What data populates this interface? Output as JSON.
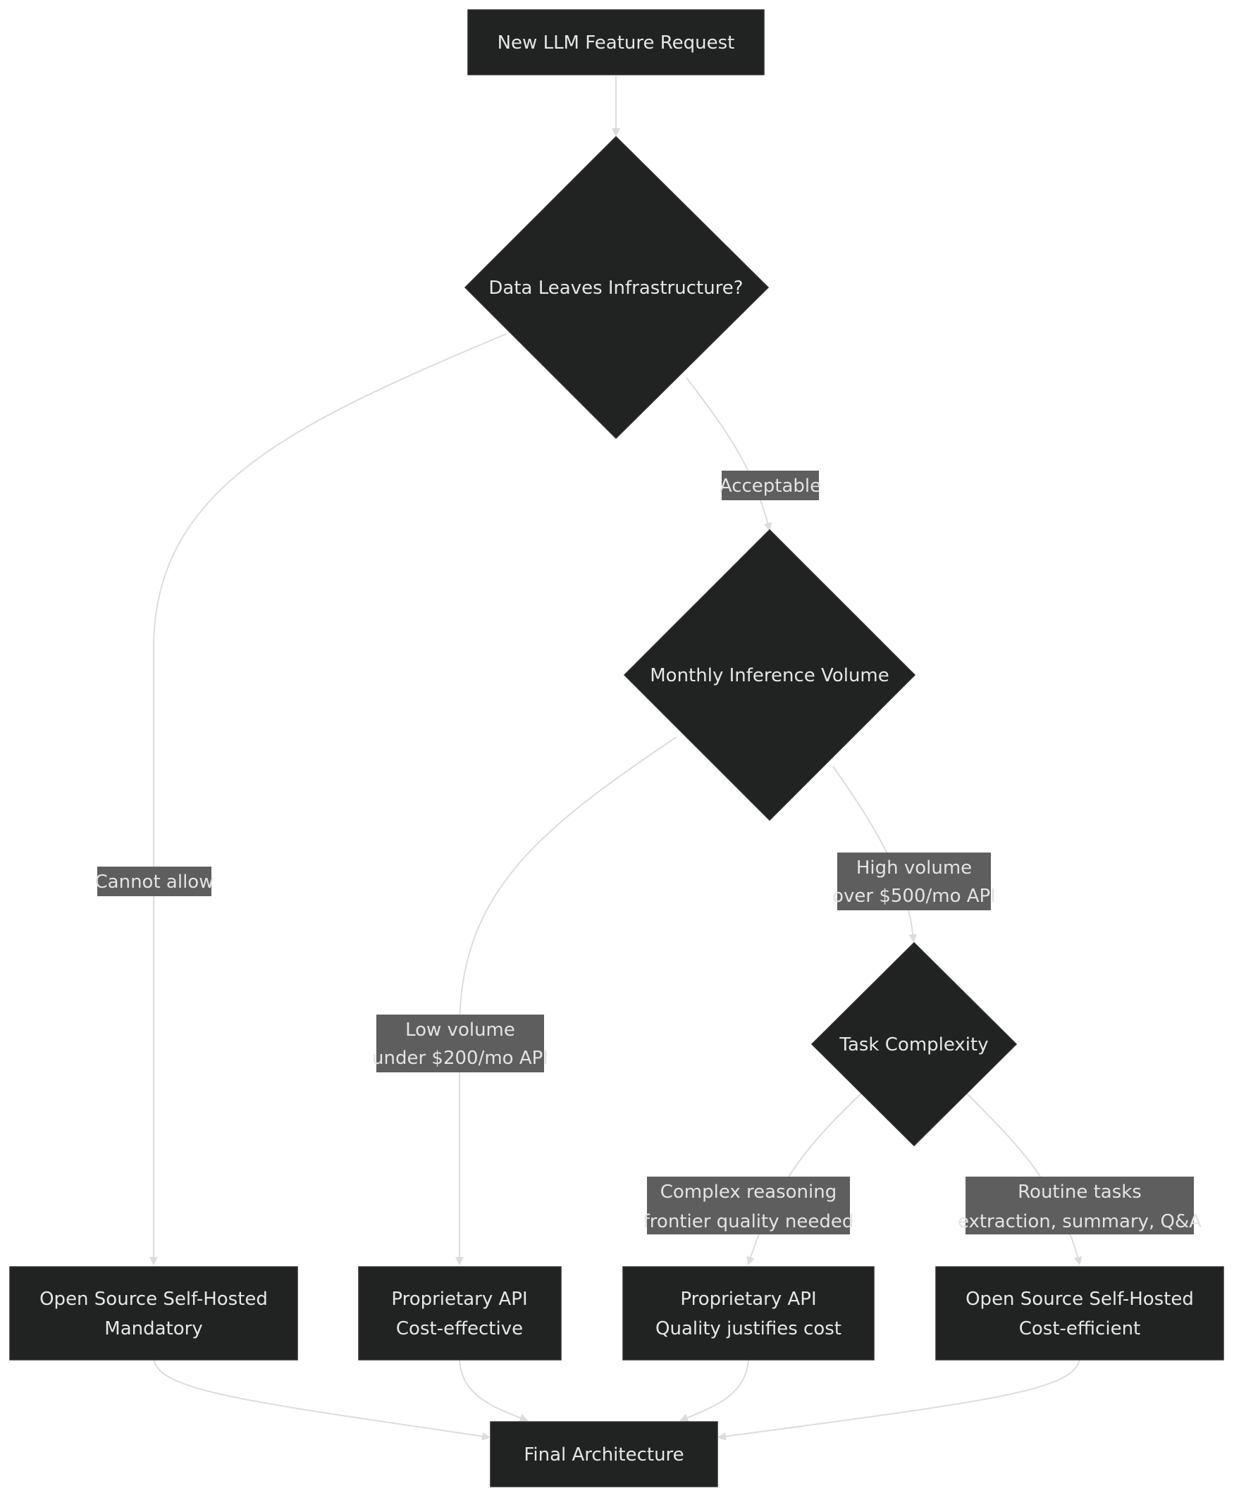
{
  "nodes": {
    "start": {
      "text": "New LLM Feature Request"
    },
    "data_leaves": {
      "text": "Data Leaves Infrastructure?"
    },
    "volume": {
      "text": "Monthly Inference Volume"
    },
    "complexity": {
      "text": "Task Complexity"
    },
    "oss_mandatory": {
      "line1": "Open Source Self-Hosted",
      "line2": "Mandatory"
    },
    "api_cost": {
      "line1": "Proprietary API",
      "line2": "Cost-effective"
    },
    "api_quality": {
      "line1": "Proprietary API",
      "line2": "Quality justifies cost"
    },
    "oss_efficient": {
      "line1": "Open Source Self-Hosted",
      "line2": "Cost-efficient"
    },
    "final": {
      "text": "Final Architecture"
    }
  },
  "edge_labels": {
    "cannot_allow": {
      "line1": "Cannot allow"
    },
    "acceptable": {
      "line1": "Acceptable"
    },
    "low_volume": {
      "line1": "Low volume",
      "line2": "under $200/mo API"
    },
    "high_volume": {
      "line1": "High volume",
      "line2": "over $500/mo API"
    },
    "complex": {
      "line1": "Complex reasoning",
      "line2": "frontier quality needed"
    },
    "routine": {
      "line1": "Routine tasks",
      "line2": "extraction, summary, Q&A"
    }
  },
  "colors": {
    "node_fill": "#212322",
    "label_fill": "#5e5e5e",
    "edge_stroke": "#dcdcdc",
    "text": "#e6e6e6",
    "background": "#ffffff"
  }
}
